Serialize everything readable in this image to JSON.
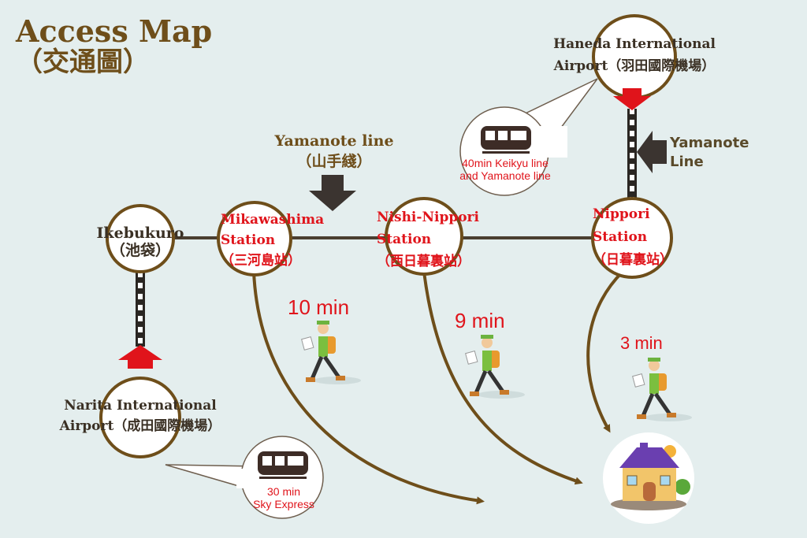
{
  "title": {
    "line1": "Access Map",
    "line2": "（交通圖）"
  },
  "colors": {
    "background": "#e4eeee",
    "brown": "#6e4e1a",
    "dark_line": "#4a3e30",
    "red": "#e0141b",
    "circle_fill": "#ffffff"
  },
  "yamanote_top": {
    "line1": "Yamanote line",
    "line2": "（山手綫）"
  },
  "yamanote_right": {
    "line1": "Yamanote",
    "line2": "Line"
  },
  "stations": {
    "ikebukuro": {
      "line1": "Ikebukuro",
      "line2": "（池袋）"
    },
    "mikawashima": {
      "line1": "Mikawashima",
      "line2": "Station",
      "line3": "（三河島站）"
    },
    "nishi_nippori": {
      "line1": "Nishi-Nippori",
      "line2": "Station",
      "line3": "（西日暮裏站）"
    },
    "nippori": {
      "line1": "Nippori",
      "line2": "Station",
      "line3": "（日暮裏站）"
    },
    "narita": {
      "line1": "Narita International",
      "line2": "Airport（成田國際機場）"
    },
    "haneda": {
      "line1": "Haneda International",
      "line2": "Airport（羽田國際機場）"
    }
  },
  "bubbles": {
    "keikyu": {
      "line1": "40min Keikyu line",
      "line2": "and Yamanote line",
      "icon": "train-icon"
    },
    "skyexpress": {
      "line1": "30 min",
      "line2": "Sky Express",
      "icon": "train-icon"
    }
  },
  "walk_times": {
    "mikawashima": "10 min",
    "nishi_nippori": "9 min",
    "nippori": "3 min"
  },
  "icons": {
    "walker": "hiker-icon",
    "destination": "house-icon",
    "arrow": "arrow-icon"
  }
}
